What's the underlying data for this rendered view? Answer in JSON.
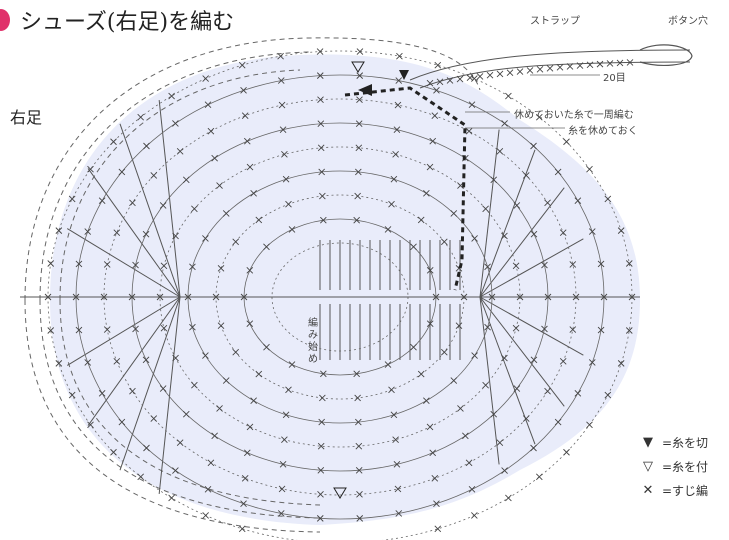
{
  "title": "シューズ(右足)を編む",
  "side_label": "右足",
  "labels": {
    "strap": "ストラップ",
    "button_hole": "ボタン穴",
    "rows_20": "20目",
    "knit_together": "休めておいた糸で一周編む",
    "rest_yarn": "糸を休めておく",
    "start": "編み始め"
  },
  "legend": [
    {
      "symbol": "▼",
      "text": "=糸を切"
    },
    {
      "symbol": "▽",
      "text": "=糸を付"
    },
    {
      "symbol": "✕",
      "text": "=すじ編"
    }
  ],
  "colors": {
    "accent": "#e0306a",
    "fill": "#e9ecfa",
    "line": "#555555",
    "bold": "#222222"
  }
}
